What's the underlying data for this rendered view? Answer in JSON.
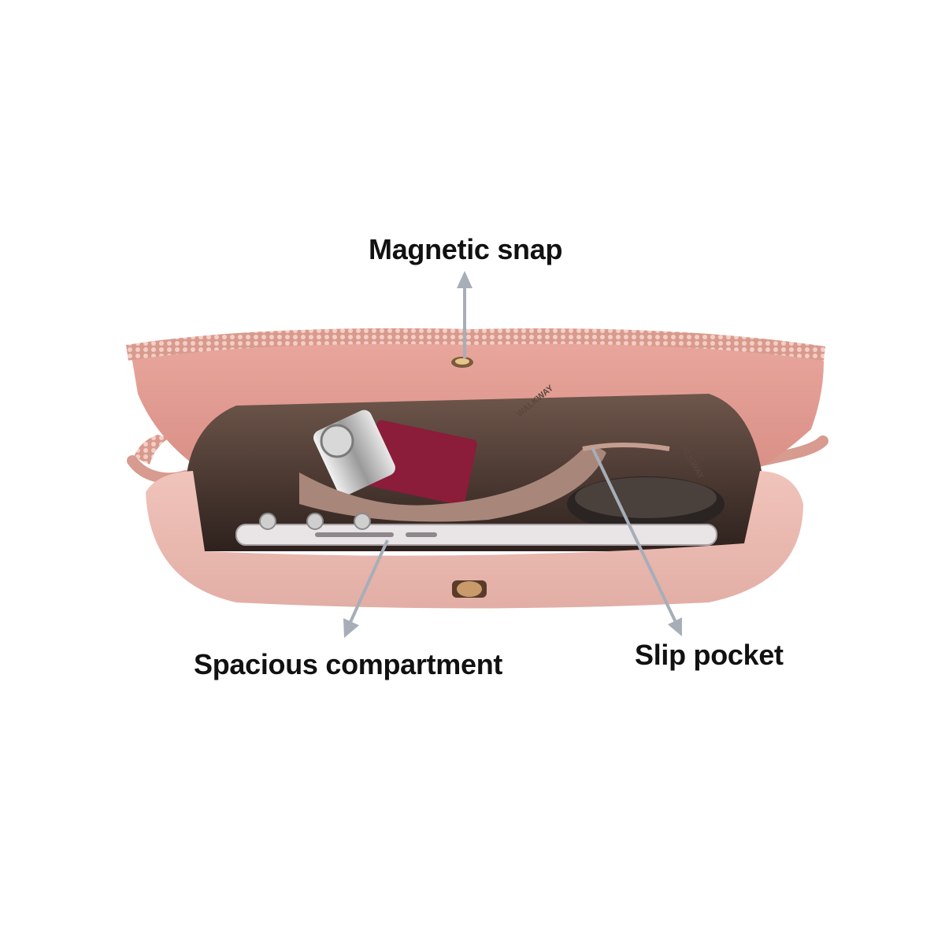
{
  "callouts": {
    "magnetic_snap": "Magnetic snap",
    "spacious_compartment": "Spacious compartment",
    "slip_pocket": "Slip pocket"
  },
  "lining_brand_print": "WALKWAY",
  "colors": {
    "bag_outer": "#e8b3ab",
    "bag_flap_inner": "#e59e94",
    "lining": "#7d6458",
    "lining_dark": "#3a2a26",
    "arrow": "#a7aeb8",
    "text": "#111111"
  }
}
